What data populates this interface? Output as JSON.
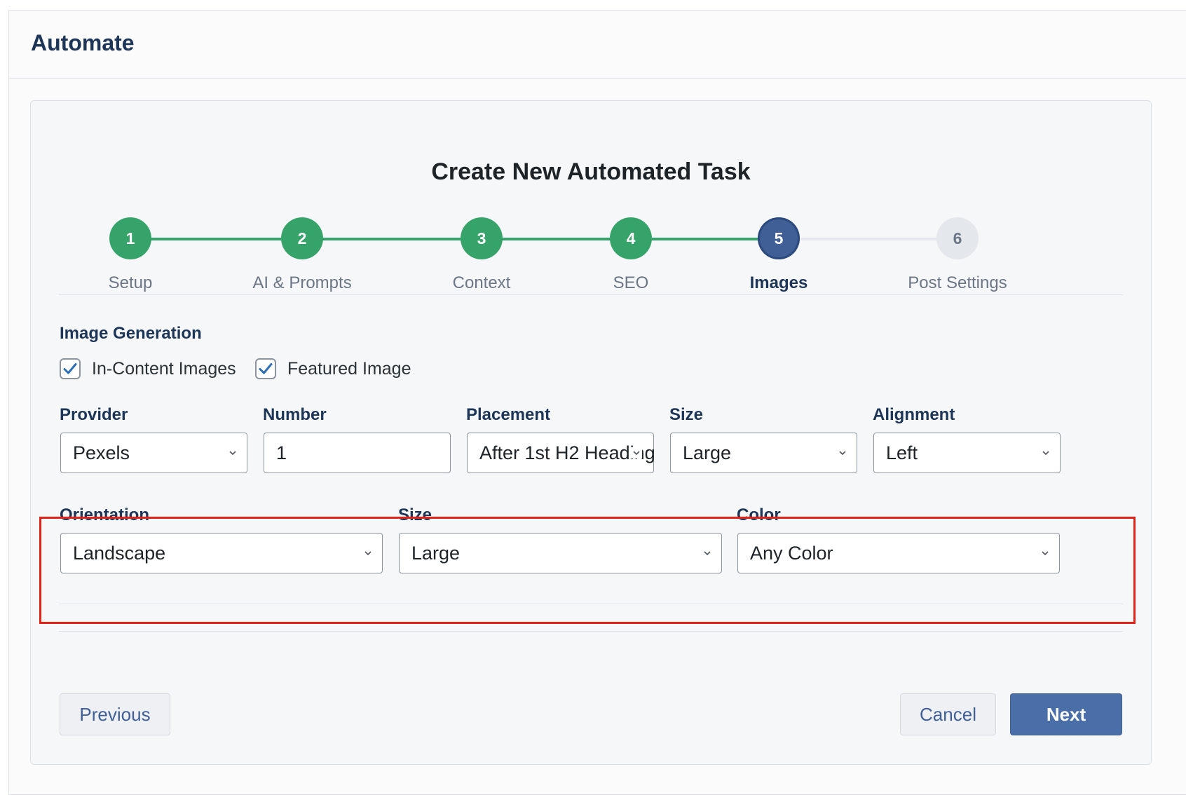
{
  "header": {
    "title": "Automate"
  },
  "card": {
    "title": "Create New Automated Task"
  },
  "steps": [
    {
      "num": "1",
      "label": "Setup",
      "state": "done"
    },
    {
      "num": "2",
      "label": "AI & Prompts",
      "state": "done"
    },
    {
      "num": "3",
      "label": "Context",
      "state": "done"
    },
    {
      "num": "4",
      "label": "SEO",
      "state": "done"
    },
    {
      "num": "5",
      "label": "Images",
      "state": "active"
    },
    {
      "num": "6",
      "label": "Post Settings",
      "state": "todo"
    }
  ],
  "image_generation": {
    "label": "Image Generation",
    "in_content": {
      "label": "In-Content Images",
      "checked": true
    },
    "featured": {
      "label": "Featured Image",
      "checked": true
    }
  },
  "row1": {
    "provider": {
      "label": "Provider",
      "value": "Pexels"
    },
    "number": {
      "label": "Number",
      "value": "1"
    },
    "placement": {
      "label": "Placement",
      "value": "After 1st H2 Heading"
    },
    "size": {
      "label": "Size",
      "value": "Large"
    },
    "alignment": {
      "label": "Alignment",
      "value": "Left"
    }
  },
  "row2": {
    "orientation": {
      "label": "Orientation",
      "value": "Landscape"
    },
    "size": {
      "label": "Size",
      "value": "Large"
    },
    "color": {
      "label": "Color",
      "value": "Any Color"
    }
  },
  "footer": {
    "previous_label": "Previous",
    "cancel_label": "Cancel",
    "next_label": "Next"
  },
  "colors": {
    "step_done": "#36a36a",
    "step_active": "#3f5f96",
    "step_todo": "#e4e7eb",
    "highlight": "#e0241a",
    "primary": "#4a6ea8"
  }
}
